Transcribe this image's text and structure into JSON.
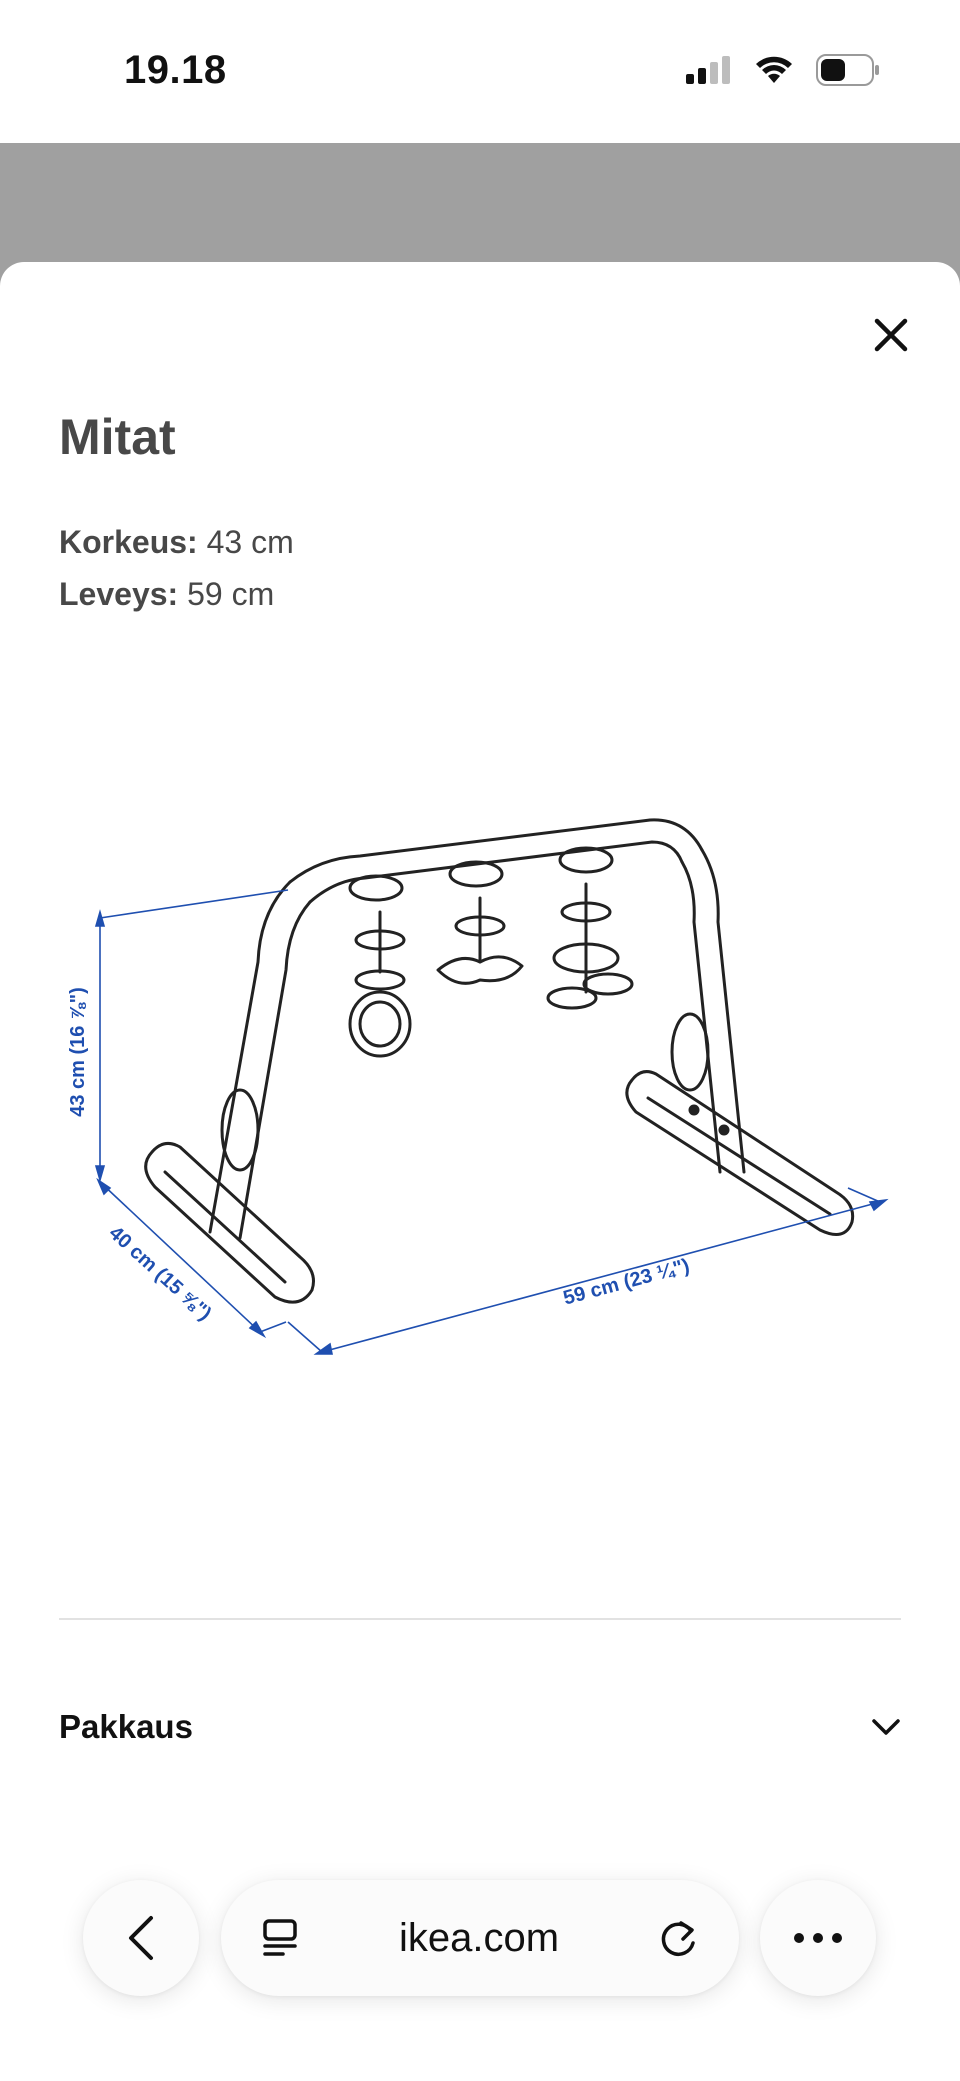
{
  "status_bar": {
    "time": "19.18",
    "icons": [
      "signal-icon",
      "wifi-icon",
      "battery-icon"
    ]
  },
  "dialog": {
    "title": "Mitat",
    "close_icon": "close-icon",
    "dimensions": [
      {
        "label": "Korkeus:",
        "value": "43 cm"
      },
      {
        "label": "Leveys:",
        "value": "59 cm"
      }
    ],
    "diagram": {
      "height_label": "43 cm (16 ⅞\")",
      "depth_label": "40 cm (15 ⅝\")",
      "width_label": "59 cm (23 ¼\")"
    },
    "accordion": {
      "label": "Pakkaus",
      "icon": "chevron-down-icon"
    }
  },
  "browser": {
    "url": "ikea.com",
    "back_icon": "chevron-left-icon",
    "tabs_icon": "page-menu-icon",
    "reload_icon": "reload-icon",
    "more_icon": "more-icon"
  },
  "colors": {
    "dimension_blue": "#1f4fb0",
    "overlay_gray": "#a0a0a0",
    "text_dark": "#484848"
  }
}
